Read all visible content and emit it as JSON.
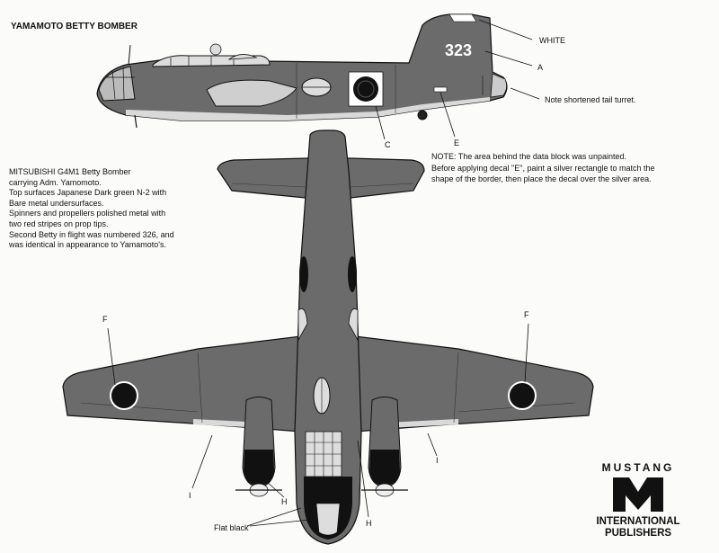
{
  "title": "YAMAMOTO BETTY BOMBER",
  "tail_number": "323",
  "description_lines": [
    "MITSUBISHI G4M1 Betty Bomber",
    "carrying Adm. Yamomoto.",
    "Top surfaces Japanese Dark green N-2 with",
    "Bare metal undersurfaces.",
    "Spinners and propellers polished metal with",
    "two red stripes on prop tips.",
    "Second Betty in flight was numbered 326, and",
    "was identical in appearance to Yamamoto's."
  ],
  "callouts": {
    "white": "WHITE",
    "a": "A",
    "tail_turret": "Note shortened tail turret.",
    "c": "C",
    "e": "E",
    "f_left": "F",
    "f_right": "F",
    "i_left": "I",
    "i_right": "I",
    "h_left": "H",
    "h_right": "H",
    "flat_black": "Flat  black"
  },
  "note_lines": [
    "NOTE: The area behind the data block was unpainted.",
    "Before applying decal \"E\", paint a silver rectangle to match the",
    "shape of the border, then place the decal over the silver area."
  ],
  "logo": {
    "line1": "MUSTANG",
    "line2": "INTERNATIONAL",
    "line3": "PUBLISHERS"
  },
  "colors": {
    "dark_green": "#6b6b6b",
    "bare_metal": "#d9d9d9",
    "hinomaru": "#111111",
    "white": "#ffffff"
  }
}
